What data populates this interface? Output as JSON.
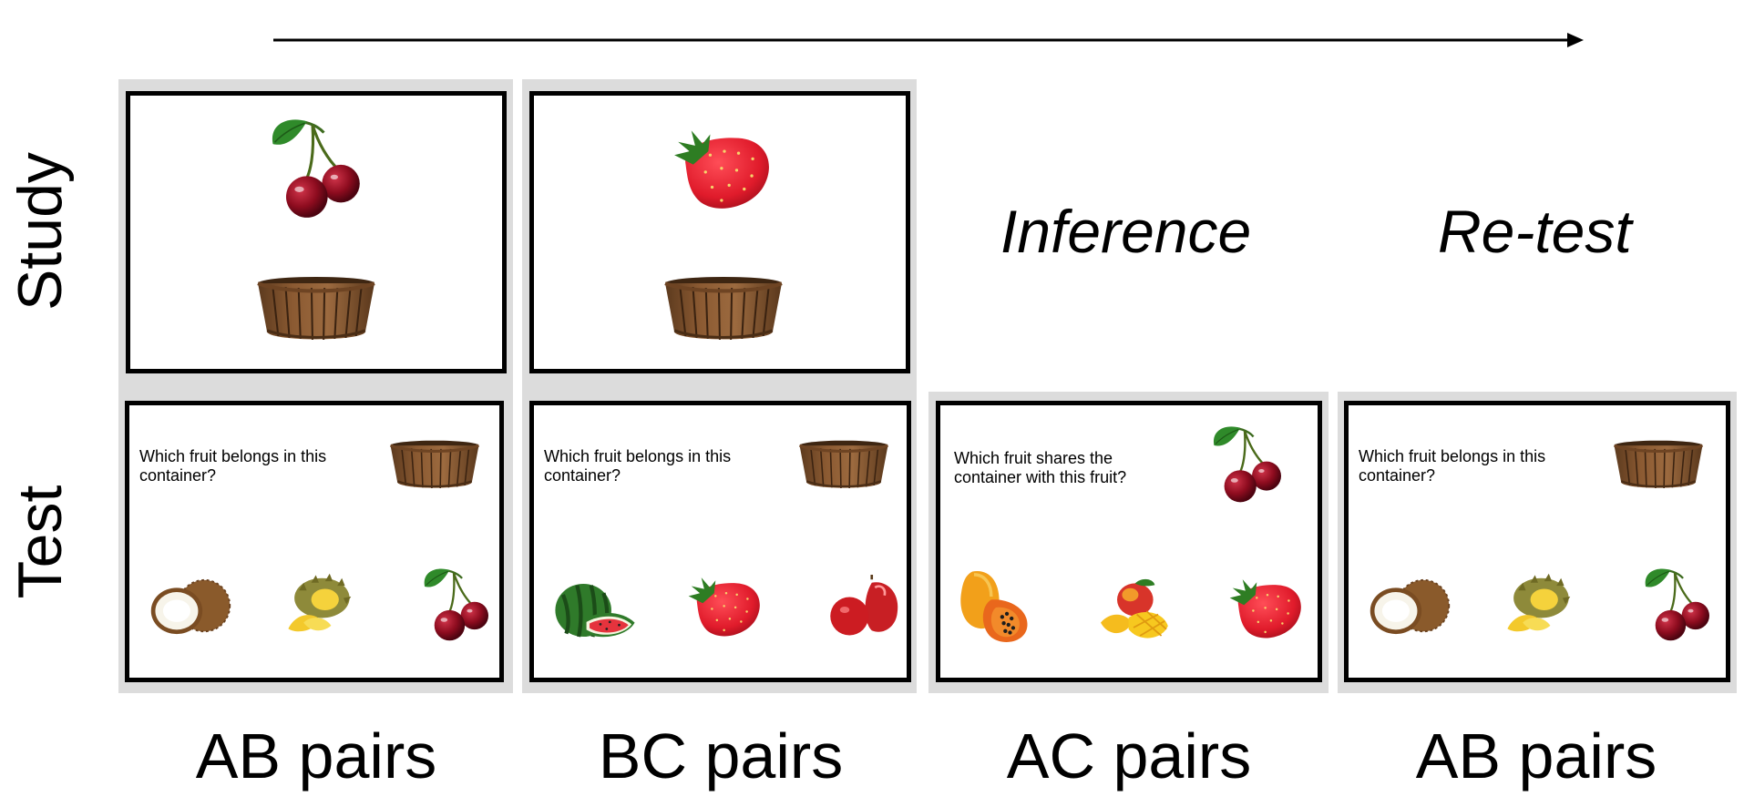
{
  "row_labels": {
    "study": "Study",
    "test": "Test"
  },
  "phase_labels": {
    "inference": "Inference",
    "retest": "Re-test"
  },
  "column_labels": [
    "AB pairs",
    "BC pairs",
    "AC pairs",
    "AB pairs"
  ],
  "questions": {
    "belongs": "Which fruit belongs in this container?",
    "shares": "Which fruit shares the container with this fruit?"
  },
  "panels": {
    "study_ab": {
      "cue": "cherry-icon",
      "target": "basket-icon"
    },
    "study_bc": {
      "cue": "strawberry-icon",
      "target": "basket-icon"
    },
    "test_ab": {
      "probe": "basket-icon",
      "options": [
        "coconut-icon",
        "durian-icon",
        "cherry-icon"
      ]
    },
    "test_bc": {
      "probe": "basket-icon",
      "options": [
        "watermelon-icon",
        "strawberry-icon",
        "rose-apple-icon"
      ]
    },
    "test_ac": {
      "probe": "cherry-icon",
      "options": [
        "papaya-icon",
        "mango-icon",
        "strawberry-icon"
      ]
    },
    "test_retest": {
      "probe": "basket-icon",
      "options": [
        "coconut-icon",
        "durian-icon",
        "cherry-icon"
      ]
    }
  },
  "colors": {
    "panel_background": "#dcdcdc",
    "frame": "#000000",
    "arrow": "#000000"
  }
}
